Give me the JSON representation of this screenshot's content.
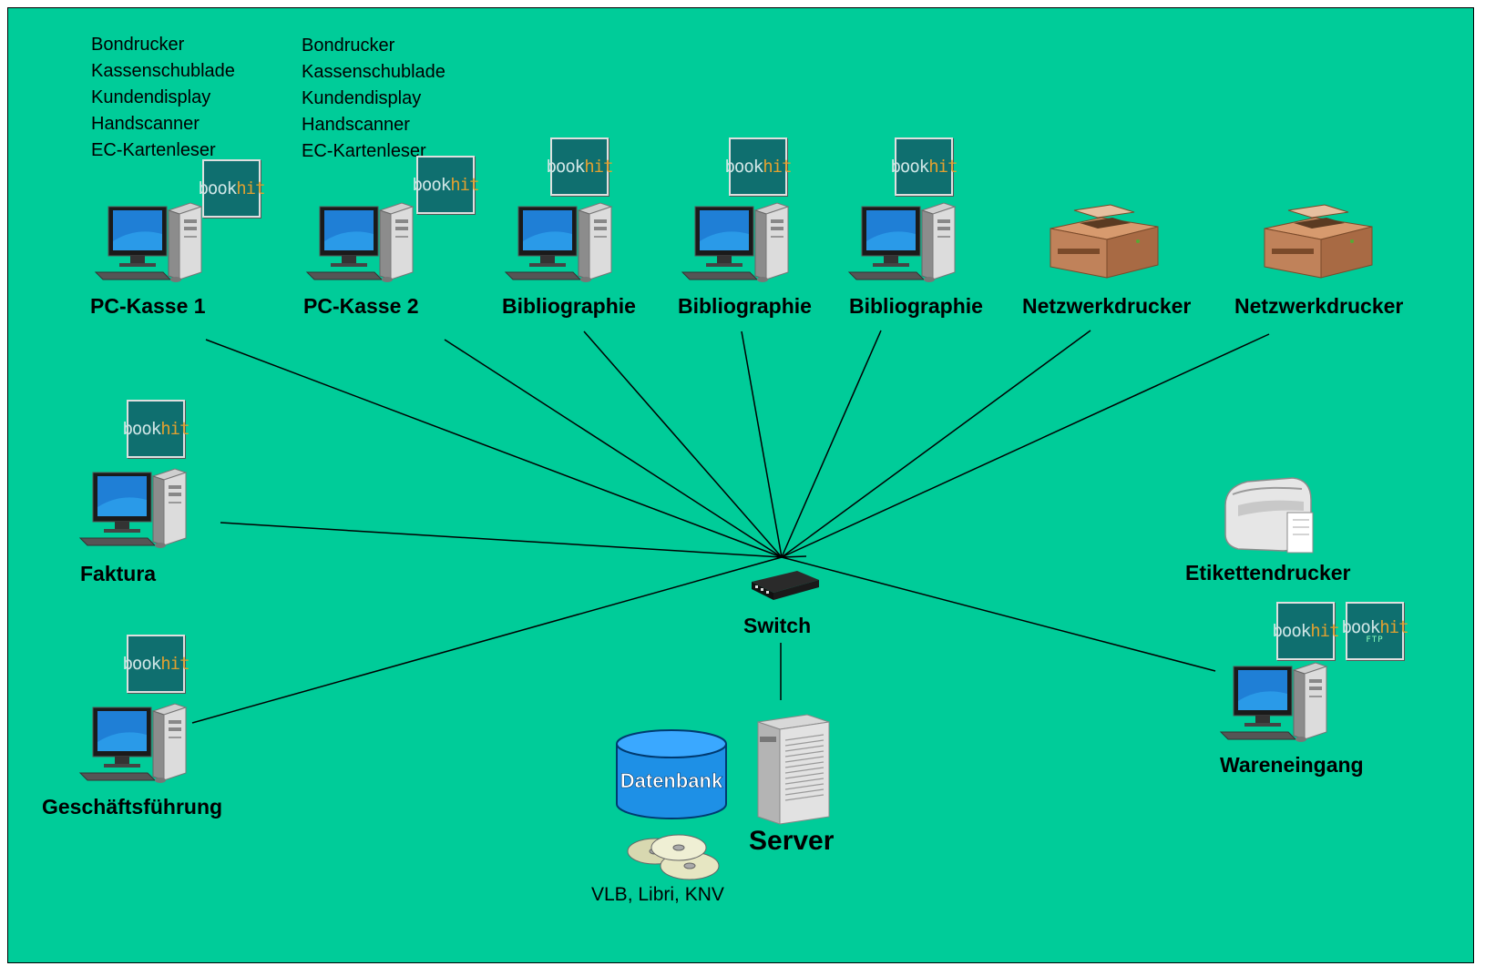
{
  "diagram": {
    "colors": {
      "background": "#00cc99",
      "line": "#000000"
    },
    "peripherals_1": [
      "Bondrucker",
      "Kassenschublade",
      "Kundendisplay",
      "Handscanner",
      "EC-Kartenleser"
    ],
    "peripherals_2": [
      "Bondrucker",
      "Kassenschublade",
      "Kundendisplay",
      "Handscanner",
      "EC-Kartenleser"
    ],
    "nodes": {
      "pc_kasse_1": "PC-Kasse 1",
      "pc_kasse_2": "PC-Kasse 2",
      "bibliographie_1": "Bibliographie",
      "bibliographie_2": "Bibliographie",
      "bibliographie_3": "Bibliographie",
      "netzwerkdrucker_1": "Netzwerkdrucker",
      "netzwerkdrucker_2": "Netzwerkdrucker",
      "faktura": "Faktura",
      "geschaeftsfuehrung": "Geschäftsführung",
      "etikettendrucker": "Etikettendrucker",
      "wareneingang": "Wareneingang",
      "switch": "Switch",
      "server": "Server",
      "datenbank": "Datenbank",
      "cds": "VLB, Libri, KNV"
    },
    "logo": {
      "book": "book",
      "hit": "hit",
      "ftp": "FTP"
    },
    "icons": [
      "desktop-pc-icon",
      "printer-icon",
      "label-printer-icon",
      "switch-icon",
      "server-tower-icon",
      "database-icon",
      "cd-stack-icon",
      "bookhit-logo-icon"
    ]
  }
}
